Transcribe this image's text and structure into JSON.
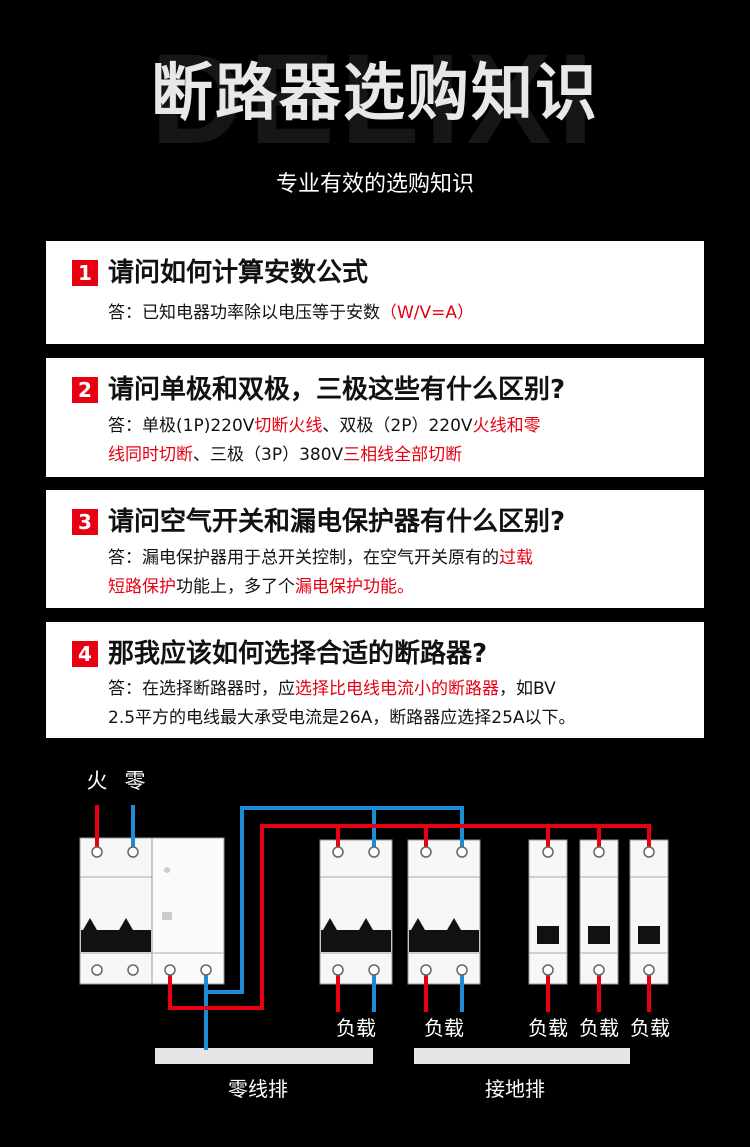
{
  "watermark": "DELIXI",
  "title": "断路器选购知识",
  "subtitle": "专业有效的选购知识",
  "colors": {
    "accent": "#e60012",
    "neutral_wire": "#1f8ad6",
    "live_wire": "#e60012"
  },
  "questions": [
    {
      "num": "1",
      "q": "请问如何计算安数公式",
      "a_line1": [
        {
          "t": "答：已知电器功率除以电压等于安数"
        },
        {
          "t": "（W/V=A）",
          "red": true
        }
      ]
    },
    {
      "num": "2",
      "q": "请问单极和双极，三极这些有什么区别?",
      "a_line1": [
        {
          "t": "答：单极(1P)220V"
        },
        {
          "t": "切断火线",
          "red": true
        },
        {
          "t": "、双极（2P）220V"
        },
        {
          "t": "火线和零",
          "red": true
        }
      ],
      "a_line2": [
        {
          "t": "线同时切断",
          "red": true
        },
        {
          "t": "、三极（3P）380V"
        },
        {
          "t": "三相线全部切断",
          "red": true
        }
      ]
    },
    {
      "num": "3",
      "q": "请问空气开关和漏电保护器有什么区别?",
      "a_line1": [
        {
          "t": "答：漏电保护器用于总开关控制，在空气开关原有的"
        },
        {
          "t": "过载",
          "red": true
        }
      ],
      "a_line2": [
        {
          "t": "短路保护",
          "red": true
        },
        {
          "t": "功能上，多了个"
        },
        {
          "t": "漏电保护功能。",
          "red": true
        }
      ]
    },
    {
      "num": "4",
      "q": "那我应该如何选择合适的断路器?",
      "a_line1": [
        {
          "t": "答：在选择断路器时，应"
        },
        {
          "t": "选择比电线电流小的断路器",
          "red": true
        },
        {
          "t": "，如BV"
        }
      ],
      "a_line2": [
        {
          "t": "2.5平方的电线最大承受电流是26A，断路器应选择25A以下。"
        }
      ]
    }
  ],
  "diagram": {
    "live_label": "火",
    "neutral_label": "零",
    "load_labels": [
      "负载",
      "负载",
      "负载",
      "负载",
      "负载"
    ],
    "neutral_bar_label": "零线排",
    "ground_bar_label": "接地排"
  }
}
